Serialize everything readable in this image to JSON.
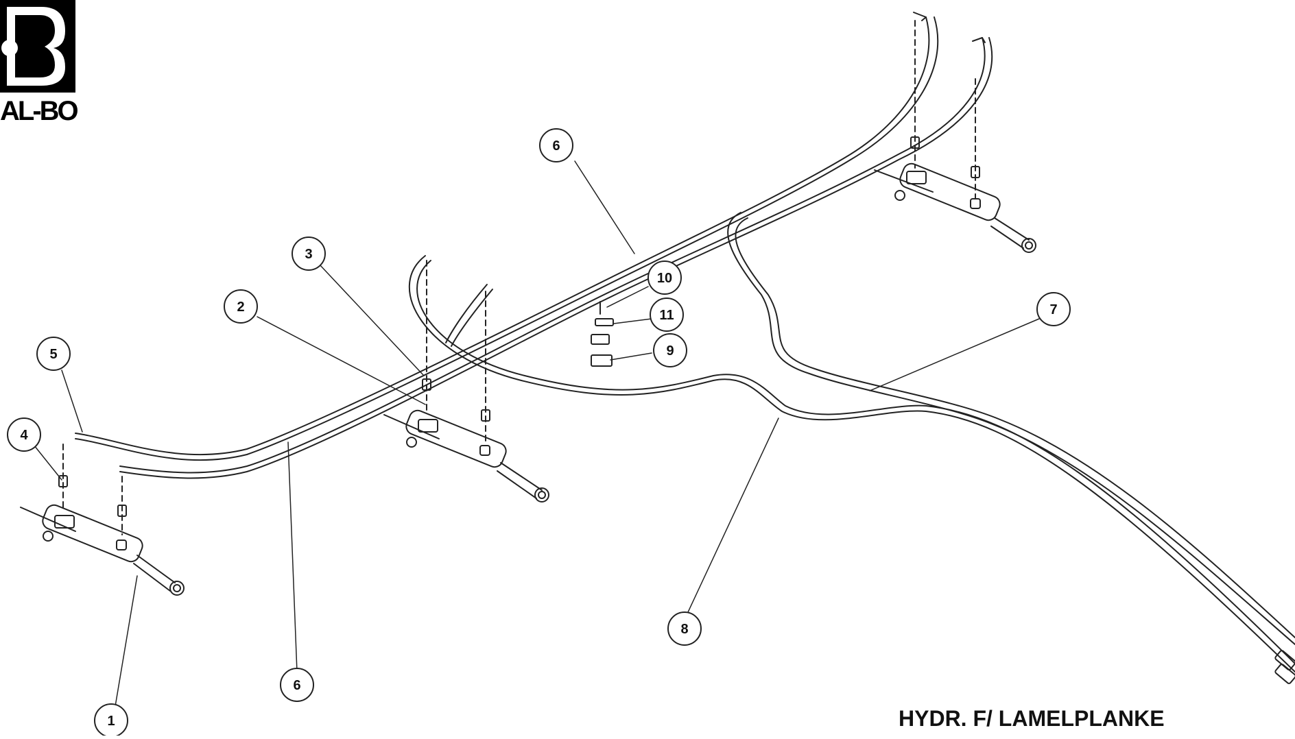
{
  "brand": {
    "logo_text": "AL-BO"
  },
  "title": "HYDR. F/ LAMELPLANKE",
  "callouts": [
    "1",
    "2",
    "3",
    "4",
    "5",
    "6",
    "6",
    "7",
    "8",
    "9",
    "10",
    "11"
  ],
  "colors": {
    "line": "#222222",
    "background": "#ffffff"
  }
}
